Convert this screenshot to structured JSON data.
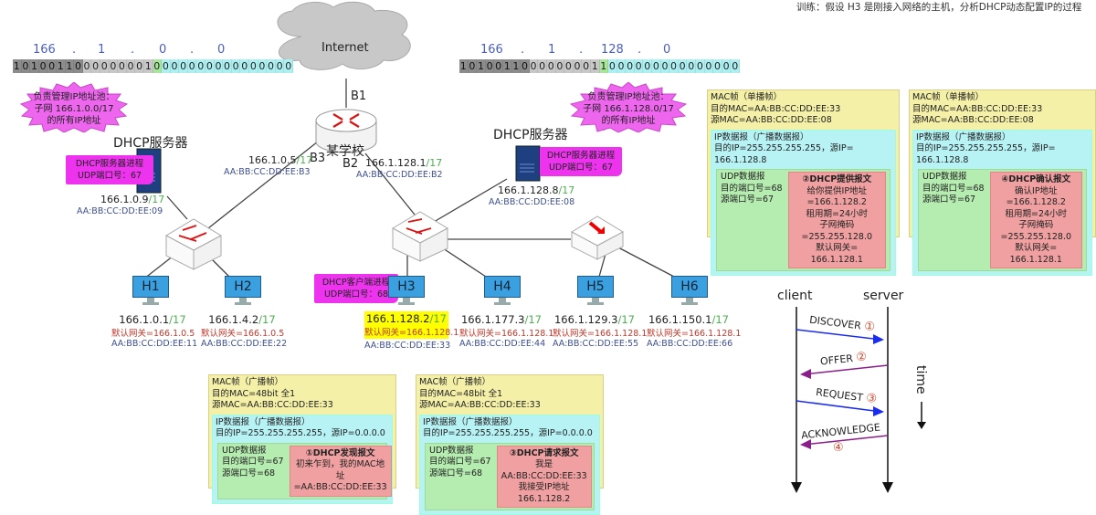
{
  "title": "训练：假设 H3 是刚接入网络的主机，分析DHCP动态配置IP的过程",
  "left_subnet": {
    "octets": [
      "166",
      "1",
      "0",
      "0"
    ],
    "bits_network": "10100110000000010",
    "bits_host": "000000000000000",
    "pool_note": [
      "负责管理IP地址池：",
      "子网 166.1.0.0/17",
      "的所有IP地址"
    ]
  },
  "right_subnet": {
    "octets": [
      "166",
      "1",
      "128",
      "0"
    ],
    "bits_network": "10100110000000011",
    "bits_host": "000000000000000",
    "pool_note": [
      "负责管理IP地址池：",
      "子网 166.1.128.0/17",
      "的所有IP地址"
    ]
  },
  "internet": {
    "label": "Internet"
  },
  "router": {
    "label": "某学校",
    "ports": {
      "b1": "B1",
      "b2": "B2",
      "b3": "B3"
    },
    "b3_ip": "166.1.0.5",
    "b3_mask": "/17",
    "b3_mac": "AA:BB:CC:DD:EE:B3",
    "b2_ip": "166.1.128.1",
    "b2_mask": "/17",
    "b2_mac": "AA:BB:CC:DD:EE:B2"
  },
  "dhcp_left": {
    "title": "DHCP服务器",
    "process": [
      "DHCP服务器进程",
      "UDP端口号：67"
    ],
    "ip": "166.1.0.9",
    "mask": "/17",
    "mac": "AA:BB:CC:DD:EE:09"
  },
  "dhcp_right": {
    "title": "DHCP服务器",
    "process": [
      "DHCP服务器进程",
      "UDP端口号：67"
    ],
    "ip": "166.1.128.8",
    "mask": "/17",
    "mac": "AA:BB:CC:DD:EE:08"
  },
  "client_process": [
    "DHCP客户端进程",
    "UDP端口号：68"
  ],
  "hosts": [
    {
      "name": "H1",
      "ip": "166.1.0.1",
      "mask": "/17",
      "gw": "默认网关=166.1.0.5",
      "mac": "AA:BB:CC:DD:EE:11"
    },
    {
      "name": "H2",
      "ip": "166.1.4.2",
      "mask": "/17",
      "gw": "默认网关=166.1.0.5",
      "mac": "AA:BB:CC:DD:EE:22"
    },
    {
      "name": "H3",
      "ip": "166.1.128.2",
      "mask": "/17",
      "gw": "默认网关=166.1.128.1",
      "mac": "AA:BB:CC:DD:EE:33"
    },
    {
      "name": "H4",
      "ip": "166.1.177.3",
      "mask": "/17",
      "gw": "默认网关=166.1.128.1",
      "mac": "AA:BB:CC:DD:EE:44"
    },
    {
      "name": "H5",
      "ip": "166.1.129.3",
      "mask": "/17",
      "gw": "默认网关=166.1.128.1",
      "mac": "AA:BB:CC:DD:EE:55"
    },
    {
      "name": "H6",
      "ip": "166.1.150.1",
      "mask": "/17",
      "gw": "默认网关=166.1.128.1",
      "mac": "AA:BB:CC:DD:EE:66"
    }
  ],
  "packets": {
    "discover": {
      "mac": [
        "MAC帧（广播帧）",
        "目的MAC=48bit 全1",
        "源MAC=AA:BB:CC:DD:EE:33"
      ],
      "ip": [
        "IP数据报（广播数据报）",
        "目的IP=255.255.255.255，源IP=0.0.0.0"
      ],
      "udp": [
        "UDP数据报",
        "目的端口号=67",
        "源端口号=68"
      ],
      "dhcp_title": "①DHCP发现报文",
      "dhcp": [
        "初来乍到，我的MAC地址",
        "=AA:BB:CC:DD:EE:33"
      ]
    },
    "offer": {
      "mac": [
        "MAC帧（单播帧）",
        "目的MAC=AA:BB:CC:DD:EE:33",
        "源MAC=AA:BB:CC:DD:EE:08"
      ],
      "ip": [
        "IP数据报（广播数据报）",
        "目的IP=255.255.255.255，源IP= 166.1.128.8"
      ],
      "udp": [
        "UDP数据报",
        "目的端口号=68",
        "源端口号=67"
      ],
      "dhcp_title": "②DHCP提供报文",
      "dhcp": [
        "给你提供IP地址=166.1.128.2",
        "租用期=24小时",
        "子网掩码=255.255.128.0",
        "默认网关= 166.1.128.1"
      ]
    },
    "request": {
      "mac": [
        "MAC帧（广播帧）",
        "目的MAC=48bit 全1",
        "源MAC=AA:BB:CC:DD:EE:33"
      ],
      "ip": [
        "IP数据报（广播数据报）",
        "目的IP=255.255.255.255，源IP=0.0.0.0"
      ],
      "udp": [
        "UDP数据报",
        "目的端口号=67",
        "源端口号=68"
      ],
      "dhcp_title": "③DHCP请求报文",
      "dhcp": [
        "我是 AA:BB:CC:DD:EE:33",
        "我接受IP地址 166.1.128.2"
      ]
    },
    "ack": {
      "mac": [
        "MAC帧（单播帧）",
        "目的MAC=AA:BB:CC:DD:EE:33",
        "源MAC=AA:BB:CC:DD:EE:08"
      ],
      "ip": [
        "IP数据报（广播数据报）",
        "目的IP=255.255.255.255，源IP= 166.1.128.8"
      ],
      "udp": [
        "UDP数据报",
        "目的端口号=68",
        "源端口号=67"
      ],
      "dhcp_title": "④DHCP确认报文",
      "dhcp": [
        "确认IP地址=166.1.128.2",
        "租用期=24小时",
        "子网掩码=255.255.128.0",
        "默认网关= 166.1.128.1"
      ]
    }
  },
  "sequence": {
    "client": "client",
    "server": "server",
    "time": "time",
    "messages": [
      {
        "label": "DISCOVER",
        "num": "①",
        "dir": "to-server"
      },
      {
        "label": "OFFER",
        "num": "②",
        "dir": "to-client"
      },
      {
        "label": "REQUEST",
        "num": "③",
        "dir": "to-server"
      },
      {
        "label": "ACKNOWLEDGE",
        "num": "④",
        "dir": "to-client"
      }
    ]
  },
  "colors": {
    "mask_green": "#4caf50",
    "mac_blue": "#3d4f8f",
    "gateway_red": "#c0392b",
    "process_magenta": "#ee33ee",
    "highlight_yellow": "#ffff00",
    "arrow_blue": "#1a2cf0",
    "arrow_purple": "#8a1f8a"
  }
}
